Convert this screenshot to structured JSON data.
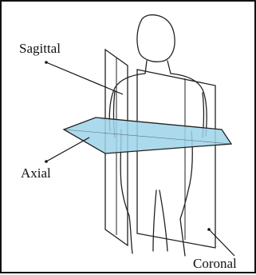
{
  "labels": {
    "sagittal": "Sagittal",
    "axial": "Axial",
    "coronal": "Coronal"
  },
  "colors": {
    "axial_plane_fill": "#9ed4ea",
    "line": "#222222",
    "border": "#111111"
  }
}
